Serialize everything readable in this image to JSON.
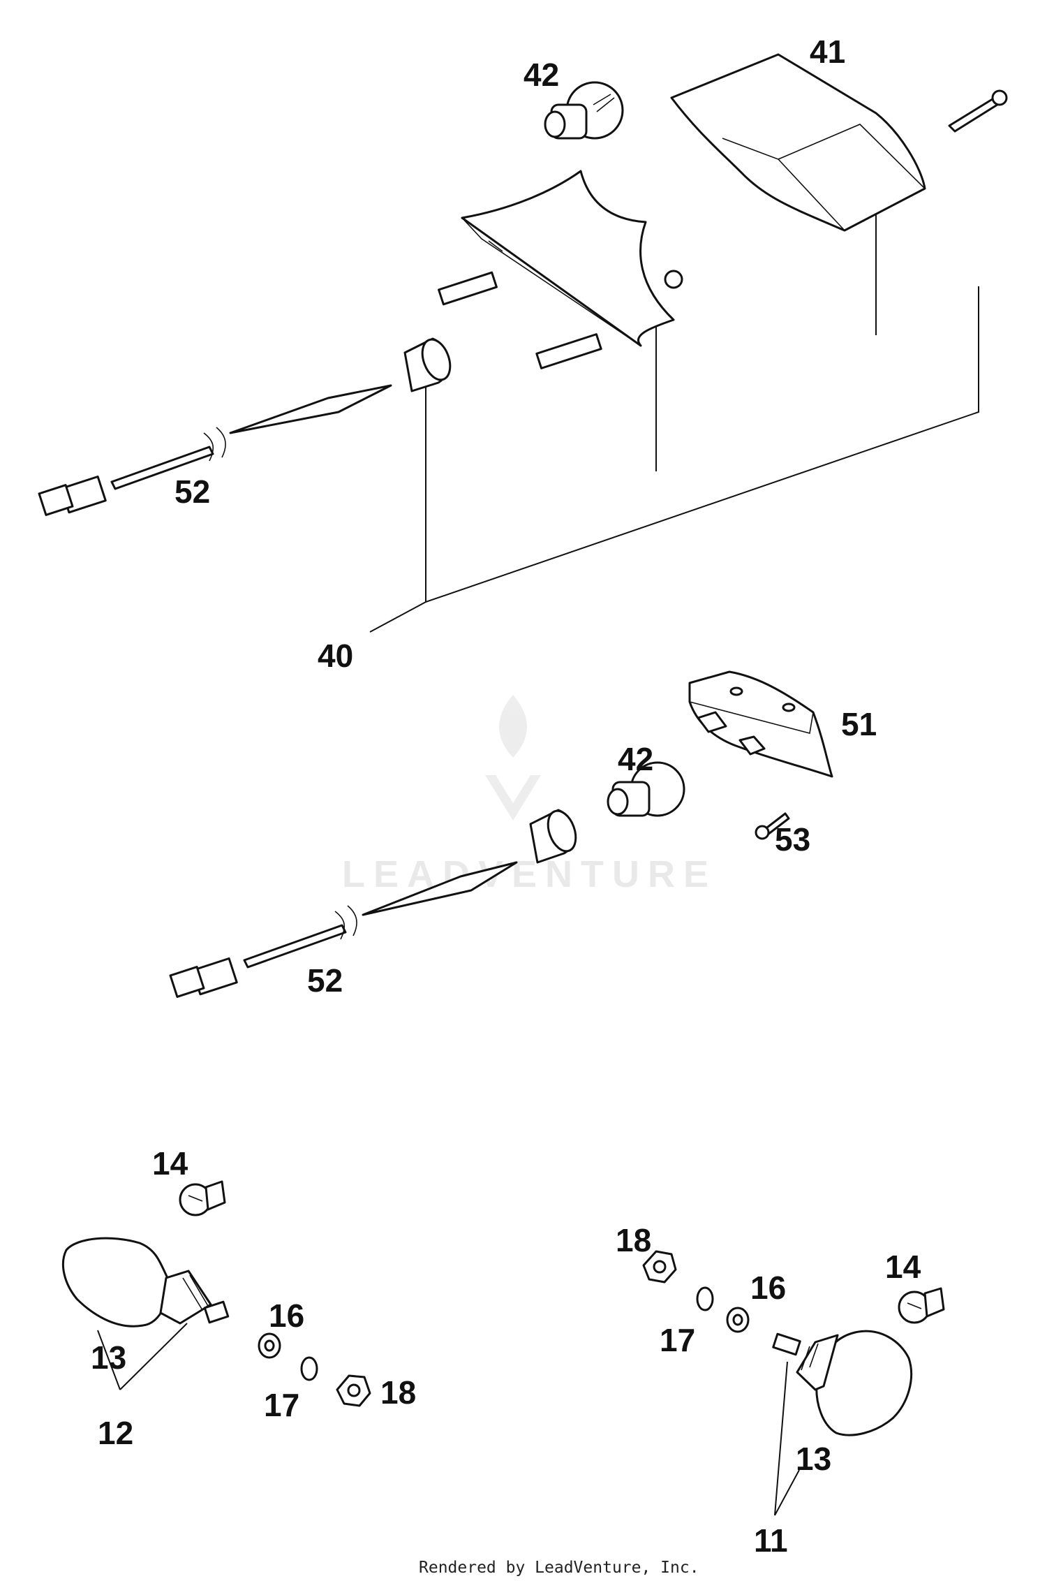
{
  "callouts": {
    "c40": "40",
    "c41": "41",
    "c42a": "42",
    "c42b": "42",
    "c51": "51",
    "c52a": "52",
    "c52b": "52",
    "c53": "53",
    "c14l": "14",
    "c13l": "13",
    "c12": "12",
    "c16l": "16",
    "c17l": "17",
    "c18l": "18",
    "c18r": "18",
    "c17r": "17",
    "c16r": "16",
    "c14r": "14",
    "c13r": "13",
    "c11": "11"
  },
  "watermark": {
    "text": "LEADVENTURE"
  },
  "footer": {
    "text": "Rendered by LeadVenture, Inc."
  }
}
